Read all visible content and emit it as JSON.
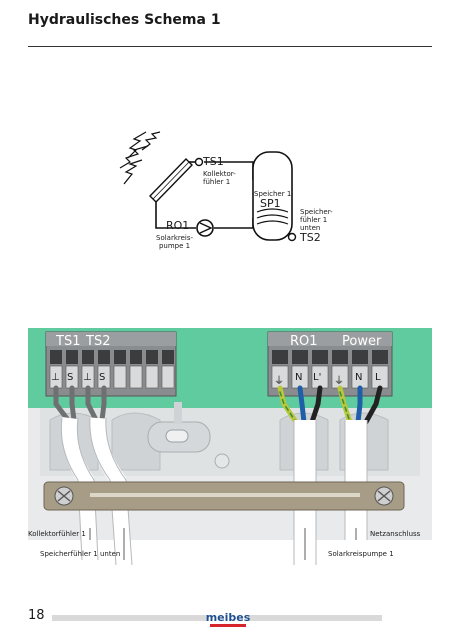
{
  "header": {
    "title": "Hydraulisches Schema 1"
  },
  "schema": {
    "ts1_label": "TS1",
    "ts1_caption": "Kollektor-\nfühler 1",
    "ro1_label": "RO1",
    "ro1_caption": "Solarkreis-\npumpe 1",
    "storage_caption": "Speicher 1",
    "storage_label": "SP1",
    "ts2_caption": "Speicher-\nfühler 1\nunten",
    "ts2_label": "TS2"
  },
  "terminals": {
    "left_group_1": "TS1",
    "left_group_2": "TS2",
    "left_marks": [
      "⊥",
      "S",
      "⊥",
      "S"
    ],
    "right_group_1": "RO1",
    "right_group_2": "Power",
    "right_marks": [
      "⏚",
      "N",
      "L'",
      "⏚",
      "N",
      "L"
    ]
  },
  "cables": {
    "collector_sensor": "Kollektorfühler 1",
    "storage_sensor": "Speicherfühler 1 unten",
    "mains": "Netzanschluss",
    "pump": "Solarkreispumpe 1"
  },
  "footer": {
    "page_number": "18",
    "brand": "meibes"
  },
  "colors": {
    "panel_green": "#5fcb9f",
    "terminal_grey": "#7a7a7a",
    "brown_wire": "#3a2a1a",
    "blue_wire": "#1f5fa8",
    "yellow_green": "#b8c83a"
  }
}
